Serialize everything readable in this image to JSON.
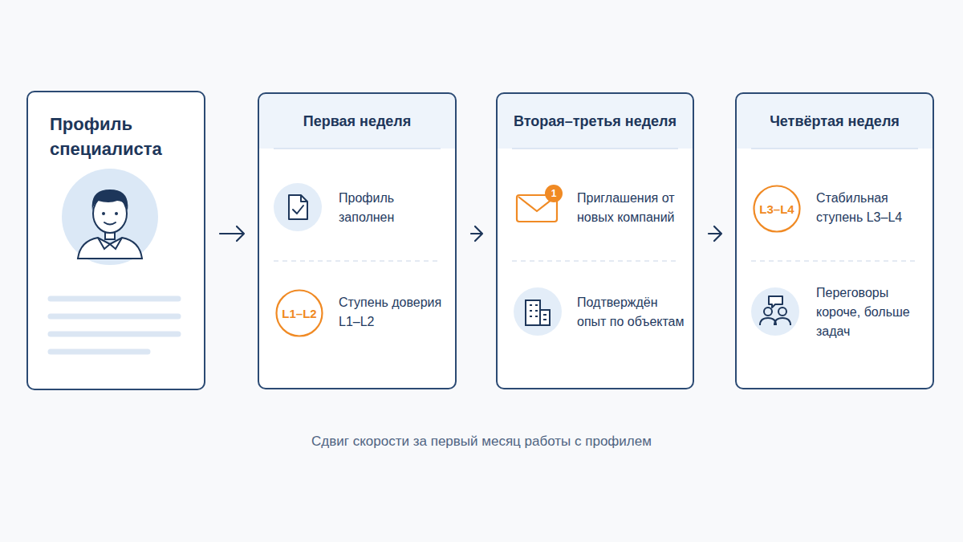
{
  "diagram": {
    "caption": "Сдвиг скорости за первый месяц работы с профилем",
    "nodes": [
      {
        "text": [
          "Профиль специалиста"
        ]
      },
      {
        "text": [
          "Первая неделя",
          "Профиль заполнен",
          "Ступень доверия L1–L2"
        ]
      },
      {
        "text": [
          "L1–L2"
        ],
        "in": 1
      },
      {
        "text": [
          "Вторая–третья неделя",
          "Приглашения от новых компаний",
          "Подтверждён опыт по объектам"
        ]
      },
      {
        "text": [
          "1"
        ],
        "in": 3
      },
      {
        "text": [
          "Четвёртая неделя",
          "Стабильная ступень L3–L4",
          "Переговоры короче, больше задач"
        ]
      },
      {
        "text": [
          "L3–L4"
        ],
        "in": 5
      }
    ],
    "edges": [
      {
        "from": 0,
        "to": 1,
        "arrow": "to"
      },
      {
        "from": 1,
        "to": 3,
        "arrow": "to"
      },
      {
        "from": 3,
        "to": 5,
        "arrow": "to"
      }
    ]
  }
}
